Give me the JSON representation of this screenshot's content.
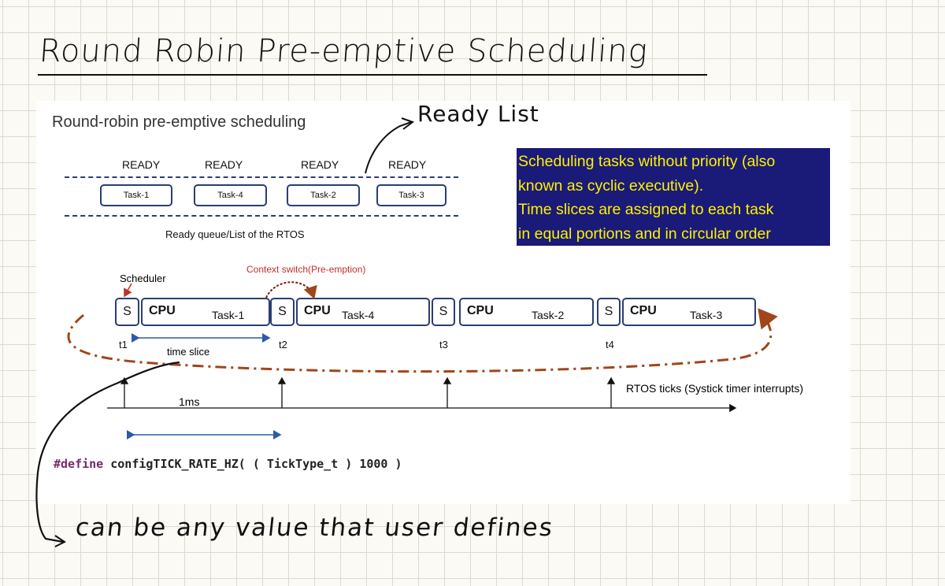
{
  "handwritten": {
    "title": "Round Robin Pre-emptive Scheduling",
    "ready_list": "Ready List",
    "bottom_note": "can be any value that user defines"
  },
  "slide": {
    "title": "Round-robin pre-emptive scheduling",
    "ready_labels": [
      "READY",
      "READY",
      "READY",
      "READY"
    ],
    "queue_tasks": [
      "Task-1",
      "Task-4",
      "Task-2",
      "Task-3"
    ],
    "queue_caption": "Ready queue/List of the RTOS",
    "info_lines": [
      "Scheduling tasks without priority (also",
      "known as cyclic executive).",
      "Time slices are assigned to each task",
      "in equal portions and in circular order"
    ],
    "scheduler_label": "Scheduler",
    "context_switch_label": "Context switch(Pre-emption)",
    "s_label": "S",
    "cpu_label": "CPU",
    "timeline_tasks": [
      "Task-1",
      "Task-4",
      "Task-2",
      "Task-3"
    ],
    "time_marks": [
      "t1",
      "t2",
      "t3",
      "t4"
    ],
    "time_slice_label": "time slice",
    "one_ms_label": "1ms",
    "rtos_ticks_label": "RTOS ticks (Systick timer interrupts)",
    "define_keyword": "#define",
    "define_rest": " configTICK_RATE_HZ( ( TickType_t ) 1000 )"
  },
  "colors": {
    "box_border": "#2b3d72",
    "info_bg": "#1a1a78",
    "info_text": "#fff200",
    "loop_arrow": "#a0461a",
    "context_switch": "#c0302a",
    "ink": "#111111"
  }
}
